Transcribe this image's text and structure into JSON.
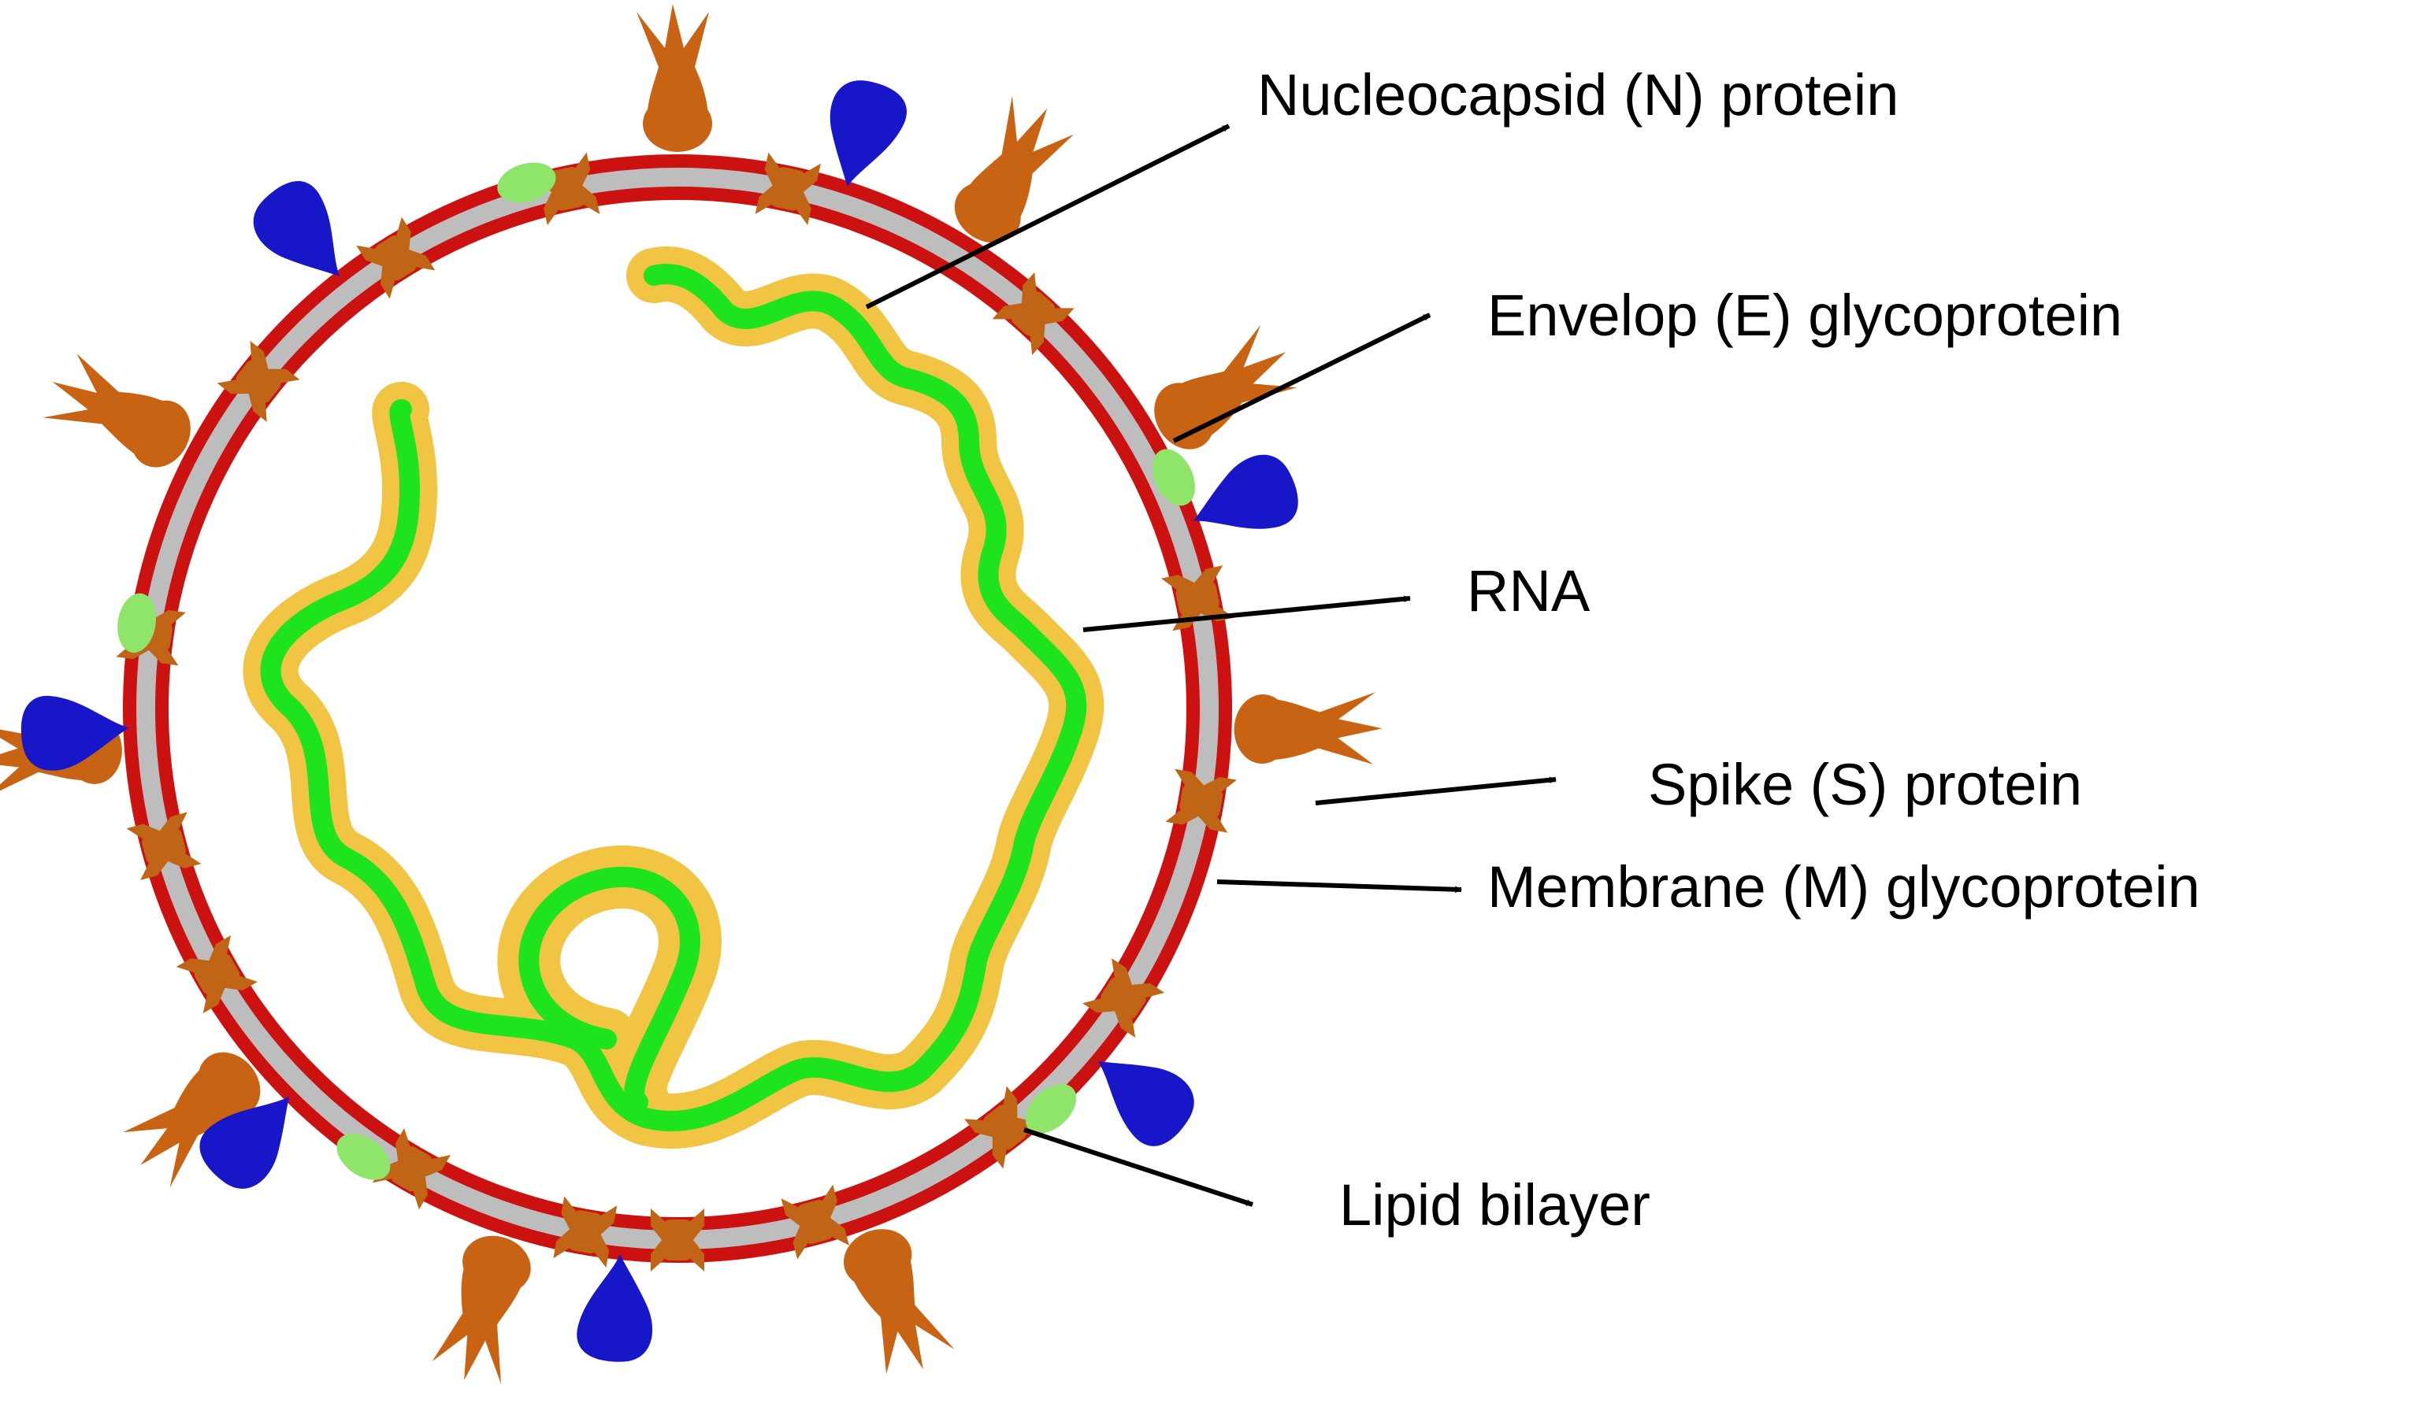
{
  "labels": {
    "nucleocapsid": "Nucleocapsid (N) protein",
    "envelope": "Envelop (E) glycoprotein",
    "rna": "RNA",
    "spike": "Spike (S) protein",
    "membrane": "Membrane (M) glycoprotein",
    "lipid": "Lipid bilayer"
  },
  "colors": {
    "outer_membrane": "#cc1111",
    "inner_membrane": "#bdbdbd",
    "membrane_protein": "#c06515",
    "spike_protein": "#c96314",
    "hemagglutinin": "#1717c9",
    "envelope_protein": "#8fe46a",
    "rna_strand": "#1ee41e",
    "nucleocapsid_coat": "#f1c443",
    "arrow": "#000000"
  },
  "icons": {
    "spike": "crown-spike-icon",
    "m_protein": "m-protein-icon",
    "e_protein": "e-protein-icon",
    "blue_protein": "blue-drop-icon"
  }
}
